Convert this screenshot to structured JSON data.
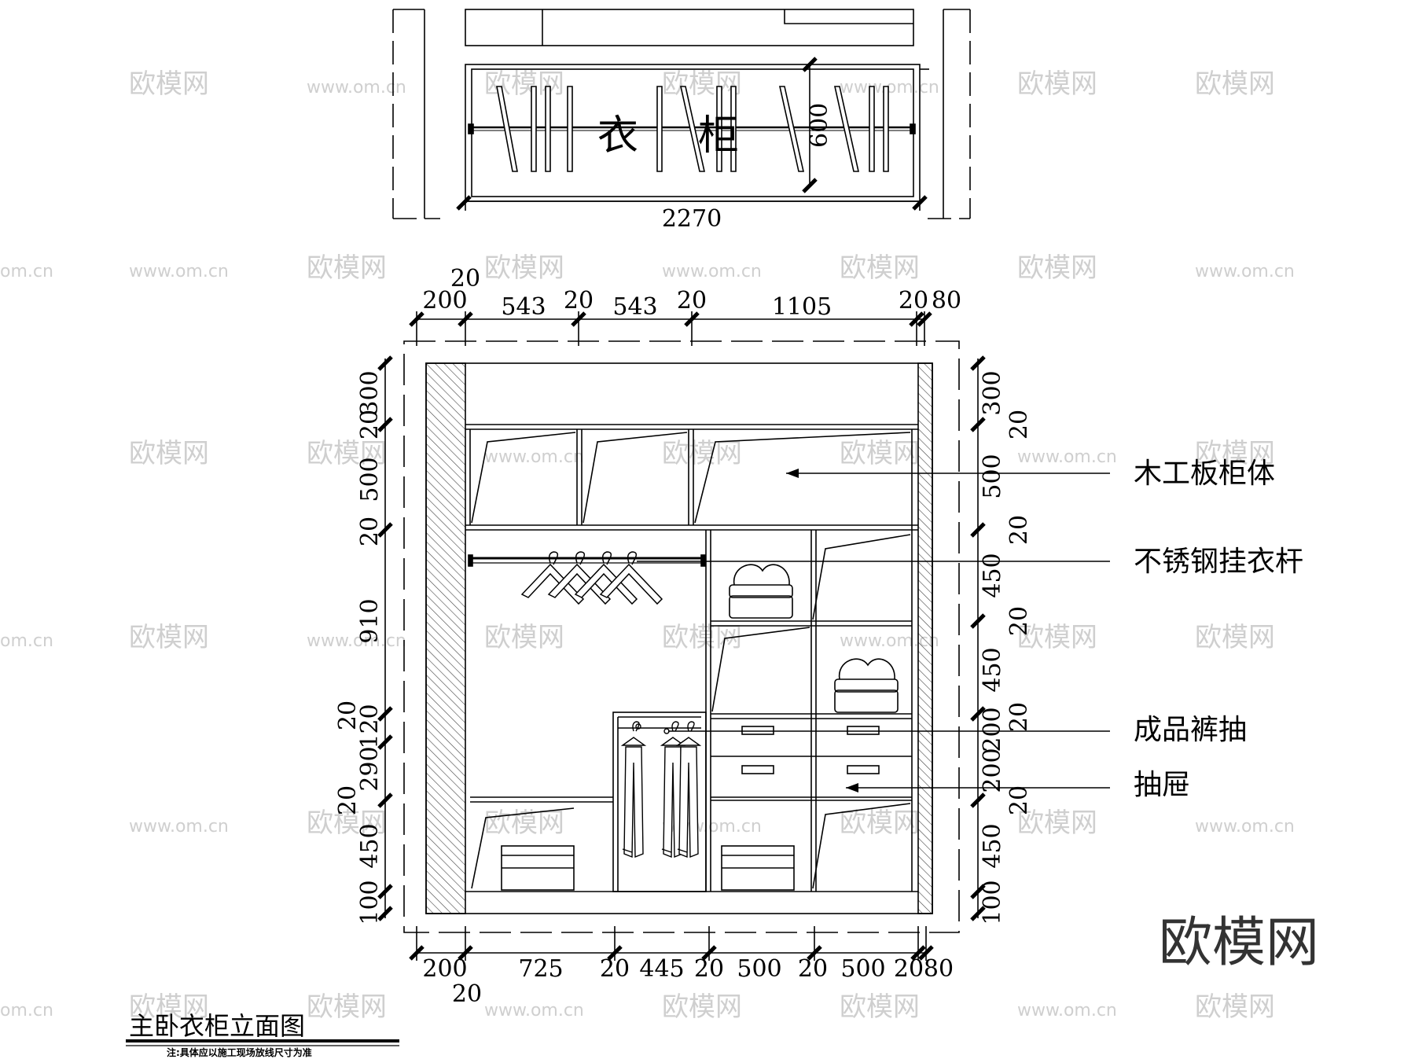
{
  "plan_view": {
    "label_chars": [
      "衣",
      "柜"
    ],
    "width_dim": "2270",
    "depth_dim": "600"
  },
  "elevation": {
    "top_dims": {
      "stacked_20": "20",
      "d200": "200",
      "d543a": "543",
      "d20a": "20",
      "d543b": "543",
      "d20b": "20",
      "d1105": "1105",
      "d20c": "20",
      "d80": "80"
    },
    "bottom_dims": {
      "d200": "200",
      "d725": "725",
      "d20a": "20",
      "d445": "445",
      "d20b": "20",
      "d500a": "500",
      "d20c": "20",
      "d500b": "500",
      "d20d": "20",
      "d80": "80",
      "stacked_20": "20"
    },
    "left_dims": [
      "300",
      "20",
      "500",
      "20",
      "910",
      "20",
      "120",
      "290",
      "20",
      "450",
      "100"
    ],
    "right_dims": [
      "300",
      "20",
      "500",
      "20",
      "450",
      "20",
      "450",
      "20",
      "200",
      "200",
      "20",
      "450",
      "100"
    ],
    "callouts": [
      "木工板柜体",
      "不锈钢挂衣杆",
      "成品裤抽",
      "抽屉"
    ]
  },
  "title": {
    "main": "主卧衣柜立面图",
    "note": "注:具体应以施工现场放线尺寸为准"
  },
  "watermark": {
    "logo": "欧模网",
    "url": "www.om.cn",
    "short": "om.cn"
  }
}
